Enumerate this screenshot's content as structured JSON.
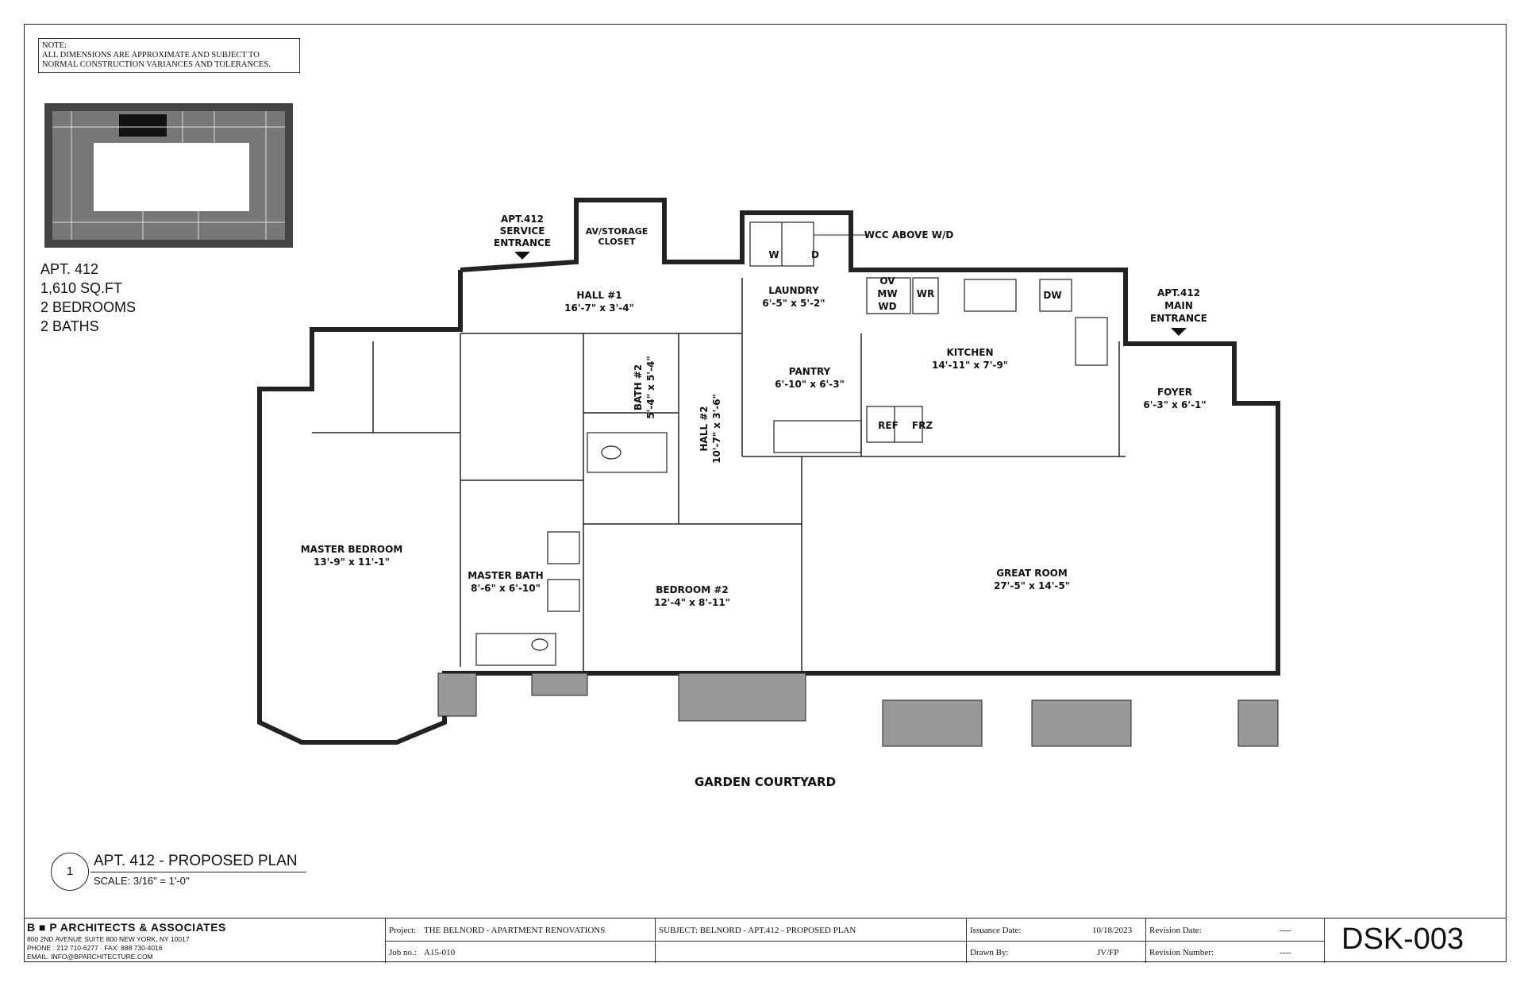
{
  "note": {
    "lines": [
      "NOTE:",
      "ALL DIMENSIONS ARE APPROXIMATE AND SUBJECT TO",
      "NORMAL CONSTRUCTION VARIANCES AND TOLERANCES."
    ]
  },
  "apartment": {
    "number": "APT. 412",
    "area": "1,610 SQ.FT",
    "bedrooms": "2 BEDROOMS",
    "baths": "2 BATHS"
  },
  "rooms": {
    "hall1": {
      "name": "HALL #1",
      "dims": "16'-7\" x 3'-4\""
    },
    "av_closet": {
      "name": "AV/STORAGE",
      "name2": "CLOSET"
    },
    "service_entrance": {
      "l1": "APT.412",
      "l2": "SERVICE",
      "l3": "ENTRANCE"
    },
    "main_entrance": {
      "l1": "APT.412",
      "l2": "MAIN",
      "l3": "ENTRANCE"
    },
    "laundry": {
      "name": "LAUNDRY",
      "dims": "6'-5\" x 5'-2\""
    },
    "wcc": "WCC ABOVE W/D",
    "washer": "W",
    "dryer": "D",
    "kitchen": {
      "name": "KITCHEN",
      "dims": "14'-11\" x 7'-9\""
    },
    "ov": "OV",
    "mw": "MW",
    "wd": "WD",
    "wr": "WR",
    "dw": "DW",
    "ref": "REF",
    "frz": "FRZ",
    "pantry": {
      "name": "PANTRY",
      "dims": "6'-10\" x 6'-3\""
    },
    "foyer": {
      "name": "FOYER",
      "dims": "6'-3\" x 6'-1\""
    },
    "bath2": {
      "name": "BATH #2",
      "dims": "5'-4\" x 5'-4\""
    },
    "hall2": {
      "name": "HALL #2",
      "dims": "10'-7\" x 3'-6\""
    },
    "master_bedroom": {
      "name": "MASTER BEDROOM",
      "dims": "13'-9\" x 11'-1\""
    },
    "master_bath": {
      "name": "MASTER BATH",
      "dims": "8'-6\" x 6'-10\""
    },
    "bedroom2": {
      "name": "BEDROOM #2",
      "dims": "12'-4\" x 8'-11\""
    },
    "great_room": {
      "name": "GREAT ROOM",
      "dims": "27'-5\" x 14'-5\""
    },
    "garden": "GARDEN COURTYARD"
  },
  "drawing": {
    "number": "1",
    "title": "APT. 412 - PROPOSED PLAN",
    "scale": "SCALE: 3/16\" = 1'-0\""
  },
  "titleblock": {
    "firm": "B ■ P ARCHITECTS & ASSOCIATES",
    "address": "800 2ND AVENUE SUITE 800 NEW YORK, NY 10017",
    "phone": "PHONE : 212 710-6277 · FAX: 888 730-4016",
    "email": "EMAIL:  INFO@BPARCHITECTURE.COM",
    "project_label": "Project:",
    "project": "THE BELNORD - APARTMENT RENOVATIONS",
    "job_label": "Job no.:",
    "job": "A15-010",
    "subject": "SUBJECT: BELNORD - APT.412 - PROPOSED PLAN",
    "issuance_label": "Issuance Date:",
    "issuance": "10/18/2023",
    "drawn_label": "Drawn By:",
    "drawn": "JV/FP",
    "revdate_label": "Revision Date:",
    "revdate": "----",
    "revnum_label": "Revision Number:",
    "revnum": "----",
    "sheet": "DSK-003"
  }
}
